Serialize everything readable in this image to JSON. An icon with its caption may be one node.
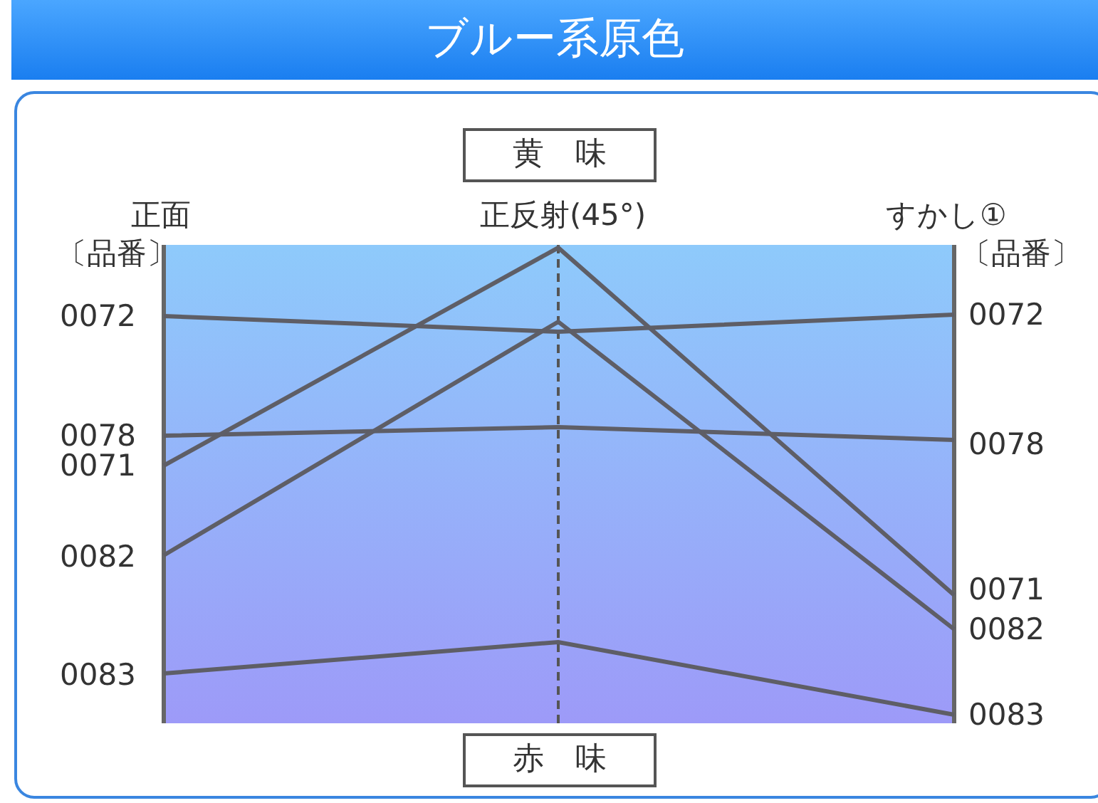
{
  "diagram": {
    "title": "ブルー系原色",
    "nodes": [
      {
        "text": [
          "黄　味"
        ]
      },
      {
        "text": [
          "赤　味"
        ]
      }
    ],
    "labels": [
      "正面",
      "正反射(45°)",
      "すかし①",
      "〔品番〕",
      "〔品番〕",
      "0072",
      "0072",
      "0078",
      "0071",
      "0078",
      "0082",
      "0071",
      "0082",
      "0083",
      "0083"
    ]
  }
}
